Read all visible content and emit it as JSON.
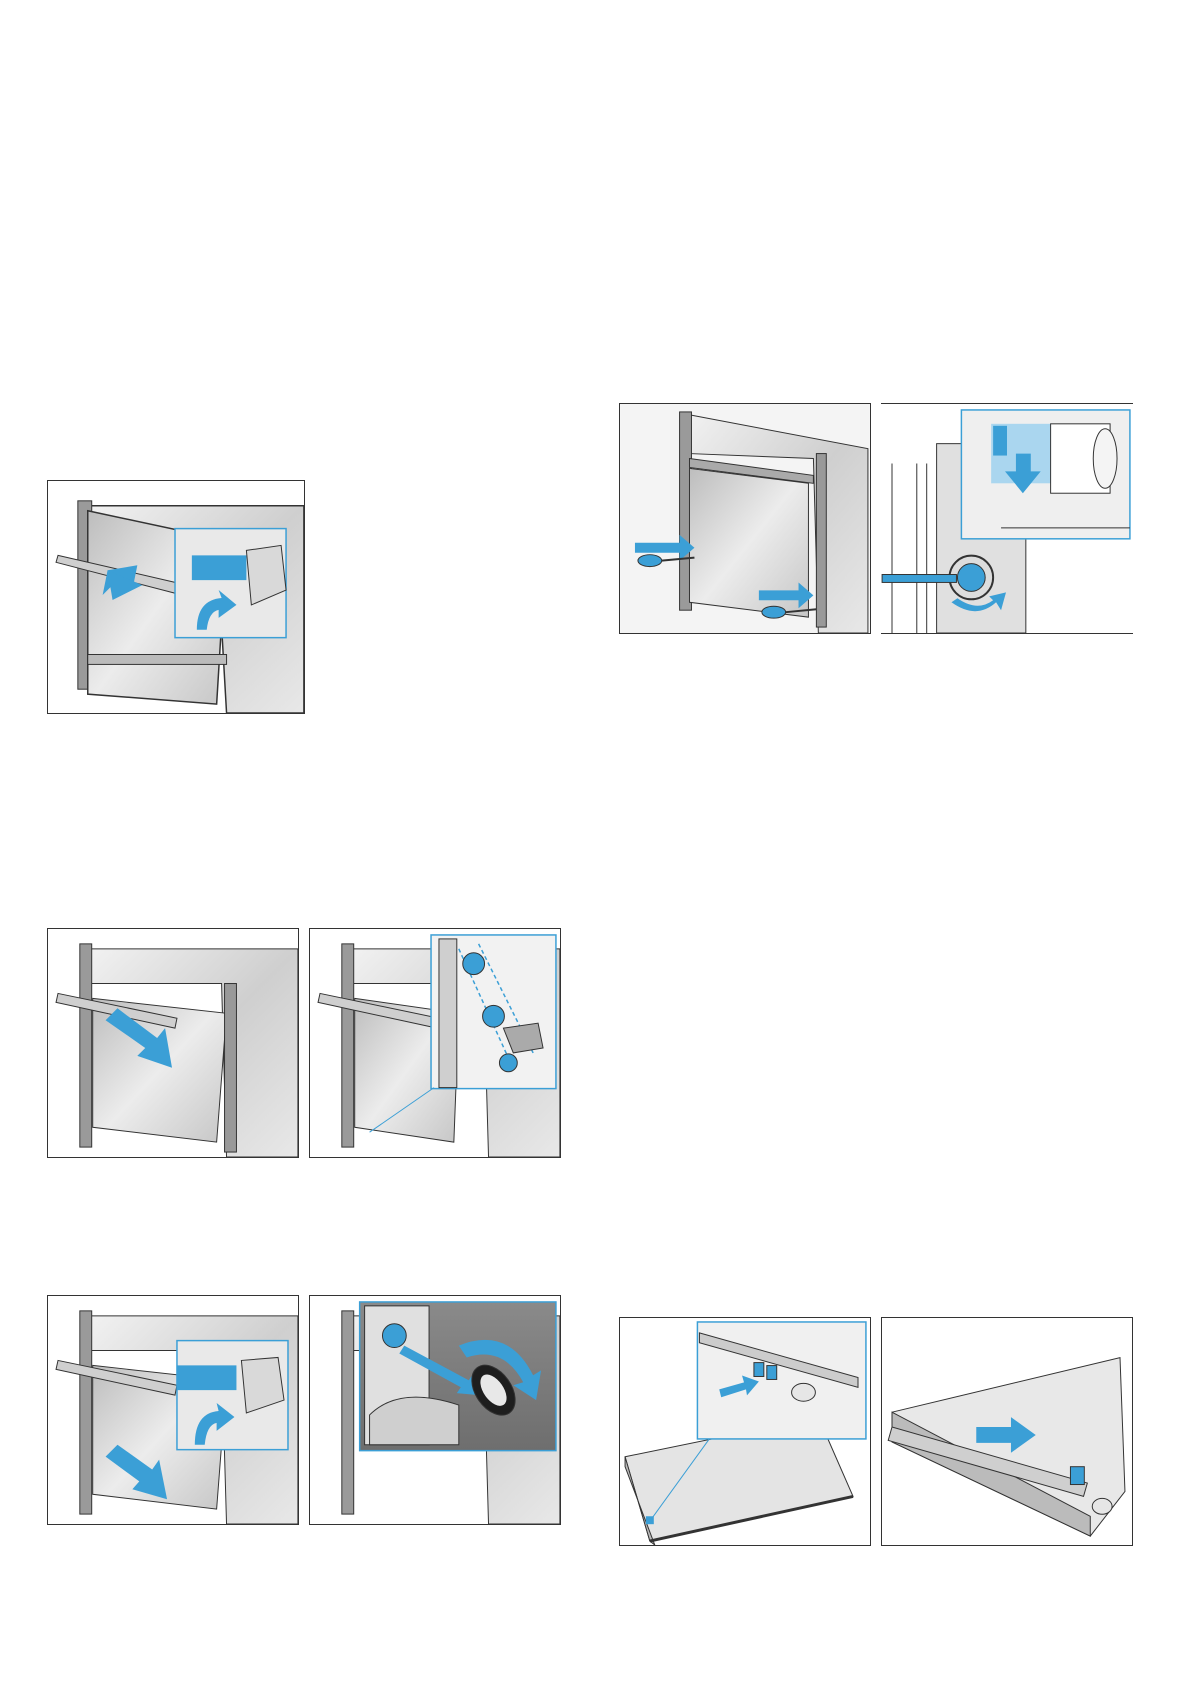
{
  "colors": {
    "accent_blue": "#3b9fd6",
    "outline": "#333333",
    "steel_light": "#e6e6e6",
    "steel_mid": "#bdbdbd",
    "steel_dark": "#8c8c8c",
    "glass": "#d7d7d7"
  },
  "figures": [
    {
      "id": "fig-1",
      "icons": [
        "oven-door-icon",
        "hinge-lever-icon",
        "arrow-icon"
      ]
    },
    {
      "id": "fig-2",
      "icons": [
        "oven-screw-icon",
        "screwdriver-icon",
        "arrow-icon"
      ]
    },
    {
      "id": "fig-3",
      "icons": [
        "hinge-detail-icon",
        "rotate-arrow-icon"
      ]
    },
    {
      "id": "fig-4",
      "icons": [
        "oven-door-icon",
        "arrow-icon"
      ]
    },
    {
      "id": "fig-5",
      "icons": [
        "hinge-pins-icon"
      ]
    },
    {
      "id": "fig-6",
      "icons": [
        "oven-door-icon",
        "hinge-lever-icon",
        "arrow-icon"
      ]
    },
    {
      "id": "fig-7",
      "icons": [
        "hinge-seal-icon",
        "rotate-arrow-icon"
      ]
    },
    {
      "id": "fig-8",
      "icons": [
        "door-panel-icon",
        "clip-icon",
        "arrow-icon"
      ]
    },
    {
      "id": "fig-9",
      "icons": [
        "door-panel-icon",
        "arrow-icon"
      ]
    }
  ]
}
